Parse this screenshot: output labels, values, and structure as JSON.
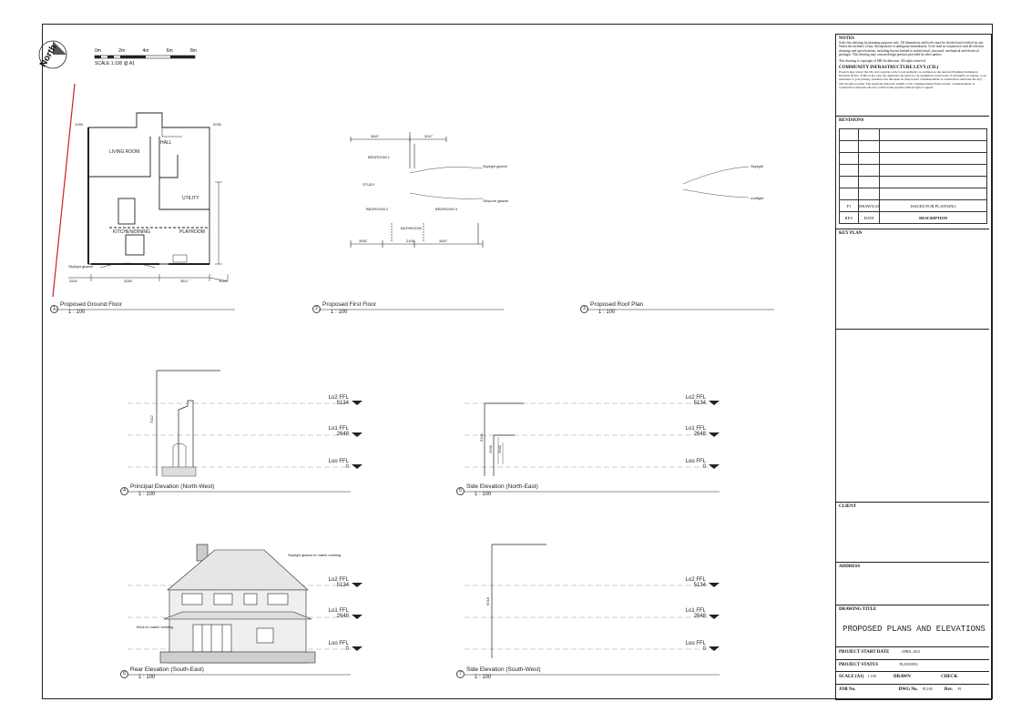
{
  "north_label": "North",
  "scale_bar": {
    "ticks": [
      "0m",
      "2m",
      "4m",
      "6m",
      "8m"
    ],
    "caption": "SCALE 1:100 @ A1"
  },
  "views": [
    {
      "num": "1",
      "title": "Proposed Ground Floor",
      "scale": "1 : 100"
    },
    {
      "num": "2",
      "title": "Proposed First Floor",
      "scale": "1 : 100"
    },
    {
      "num": "3",
      "title": "Proposed Roof Plan",
      "scale": "1 : 100"
    },
    {
      "num": "4",
      "title": "Principal Elevation (North-West)",
      "scale": "1 : 100"
    },
    {
      "num": "5",
      "title": "Side Elevation (North-East)",
      "scale": "1 : 100"
    },
    {
      "num": "6",
      "title": "Rear Elevation (South-East)",
      "scale": "1 : 100"
    },
    {
      "num": "7",
      "title": "Side Elevation (South-West)",
      "scale": "1 : 100"
    }
  ],
  "levels": [
    {
      "name": "Lo2 FFL",
      "value": "5134"
    },
    {
      "name": "Lo1 FFL",
      "value": "2648"
    },
    {
      "name": "Loo FFL",
      "value": "0"
    }
  ],
  "plan_labels": {
    "ground": {
      "living_room": "LIVING ROOM",
      "hall": "HALL",
      "kitchen_dining": "KITCHEN/DINING",
      "playroom": "PLAYROOM",
      "utility": "UTILITY",
      "dim_left": "2520",
      "dim_mid": "3280",
      "dim_right": "3517",
      "dim_far": "1022",
      "dim_top": "1094",
      "dim_top_right": "2030",
      "note": "Skylight glazed"
    },
    "first": {
      "bedroom1": "BEDROOM 1",
      "bedroom2": "BEDROOM 2",
      "bedroom3": "BEDROOM 3",
      "bathroom": "BATHROOM",
      "study": "STUDY",
      "dim_a": "3647",
      "dim_b": "3017",
      "dim_c": "3552",
      "dim_d": "2100",
      "dim_e": "3457",
      "note1": "Skylight glazed",
      "note2": "Obscure glazed"
    },
    "roof": {
      "note1": "Skylight",
      "note2": "rooflight"
    }
  },
  "elev_dims": {
    "principal_height": "7012",
    "side_a": "5139",
    "side_b": "2648",
    "side_c": "2940",
    "sw_height": "6218"
  },
  "elev_notes": {
    "rear_roof": "Skylight glazed to match existing",
    "rear_wall": "Brick to match existing"
  },
  "titleblock": {
    "notes_heading": "NOTES",
    "notes_text": "Scale this drawing for planning purposes only. All dimensions and levels must be checked and verified on site. Notify the architect of any discrepancies or ambiguity immediately. To be read in conjunction with all relevant drawings and specifications, including but not limited to architectural, structural, mechanical and electrical packages. This drawing may contain design portions provided by other parties.",
    "copyright": "This drawing is copyright of MK Architecture. All rights reserved.",
    "cil_heading": "COMMUNITY INFRASTRUCTURE LEVY (CIL)",
    "cil_text": "Projects may attract the CIL levy payable to the Local Authority as outlined on the relevant Planning Permission Decision Notice. If this is the case, the applicant can apply for an exemption on the basis of self-build, an annexe, or an extension to your primary residence but this must be done before commencement of construction otherwise the levy will become payable. The applicant must also submit a CIL Commencement Notice before commencement of construction otherwise the levy will become payable without right of appeal.",
    "revisions_heading": "REVISIONS",
    "revision_row": {
      "rev": "P1",
      "date": "DRAWN/23",
      "desc": "ISSUED FOR PLANNING"
    },
    "revision_header": {
      "rev": "REV",
      "date": "DATE",
      "desc": "DESCRIPTION"
    },
    "key_plan": "KEY PLAN",
    "client": "CLIENT",
    "address": "ADDRESS",
    "drawing_title_label": "DRAWING TITLE",
    "drawing_title": "PROPOSED PLANS AND ELEVATIONS",
    "project_start_label": "PROJECT START DATE",
    "project_start_value": "APRIL 2023",
    "project_status_label": "PROJECT STATUS",
    "project_status_value": "PLANNING",
    "scale_label": "SCALE (A1)",
    "scale_value": "1:100",
    "drawn_label": "DRAWN",
    "check_label": "CHECK",
    "job_label": "JOB No.",
    "dwg_label": "DWG No.",
    "dwg_value": "PL100",
    "rev_label": "Rev.",
    "rev_value": "P1"
  }
}
